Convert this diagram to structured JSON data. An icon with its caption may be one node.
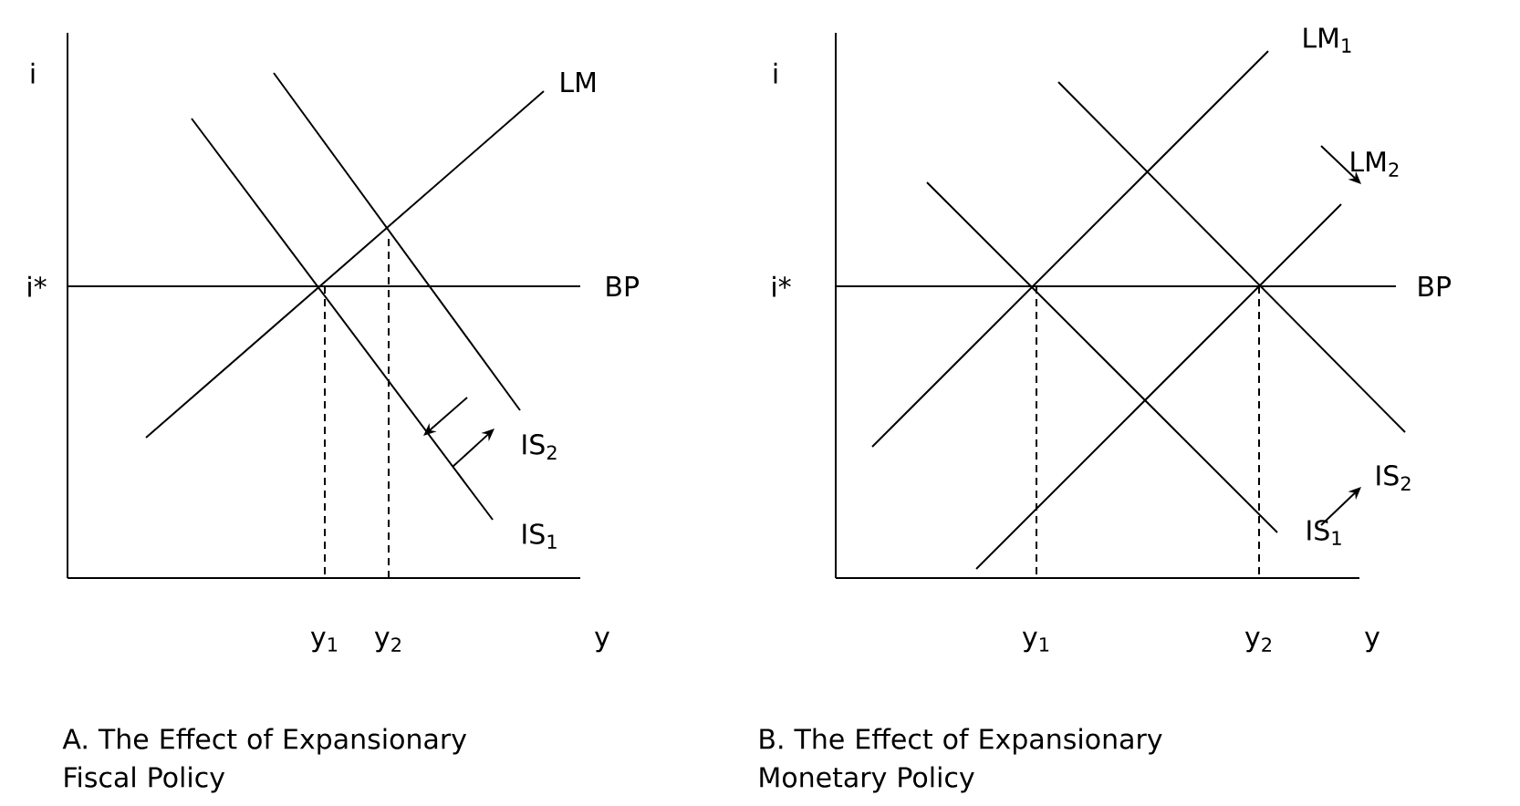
{
  "diagram": {
    "labels": [
      "i",
      "LM",
      "i*",
      "BP",
      "IS$_{2}$",
      "IS$_{1}$",
      "y$_{1}$",
      "y$_{2}$",
      "y",
      "A. The Effect of Expansionary Fiscal Policy",
      "i",
      "LM$_{1}$",
      "LM$_{2}$",
      "i*",
      "BP",
      "IS$_{2}$",
      "IS$_{1}$",
      "y$_{1}$",
      "y$_{2}$",
      "y",
      "B. The Effect of Expansionary Monetary Policy"
    ]
  }
}
